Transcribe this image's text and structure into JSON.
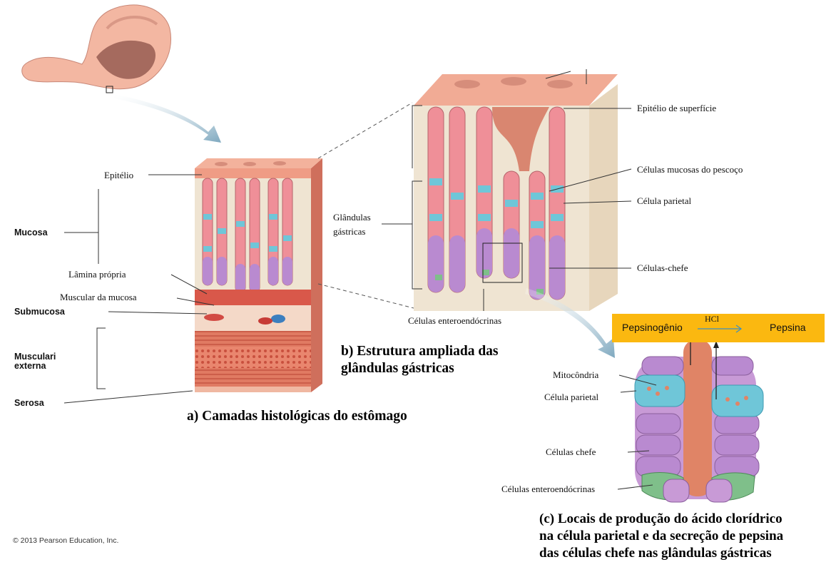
{
  "panel_a": {
    "labels": {
      "epitelio": "Epitélio",
      "mucosa": "Mucosa",
      "lamina": "Lâmina própria",
      "muscular_mucosa": "Muscular da mucosa",
      "submucosa": "Submucosa",
      "muscular_externa_1": "Musculari",
      "muscular_externa_2": "externa",
      "serosa": "Serosa"
    },
    "caption": "a) Camadas histológicas do estômago"
  },
  "panel_b": {
    "labels": {
      "epitelio_superficie": "Epitélio de superfície",
      "celulas_mucosas": "Células mucosas do pescoço",
      "celula_parietal": "Célula parietal",
      "glandulas_1": "Glândulas",
      "glandulas_2": "gástricas",
      "celulas_chefe": "Células-chefe",
      "enteroendocrinas": "Células enteroendócrinas"
    },
    "caption_line1": "b) Estrutura ampliada das",
    "caption_line2": "glândulas gástricas"
  },
  "panel_c": {
    "reaction": {
      "substrate": "Pepsinogênio",
      "catalyst": "HCl",
      "product": "Pepsina"
    },
    "labels": {
      "mitocondria": "Mitocôndria",
      "celula_parietal": "Célula parietal",
      "celulas_chefe": "Células chefe",
      "enteroendocrinas": "Células enteroendócrinas"
    },
    "caption_line1": "(c) Locais de produção do ácido clorídrico",
    "caption_line2": "na célula parietal e da secreção de pepsina",
    "caption_line3": "das células chefe nas glândulas gástricas"
  },
  "copyright": "© 2013 Pearson Education, Inc.",
  "colors": {
    "tissue_pink": "#f1a690",
    "gland_pink": "#ef8f98",
    "chief_purple": "#b98ad0",
    "parietal_blue": "#6fc6d8",
    "enteroendocrine_green": "#7fbf8a",
    "muscle_red": "#d9584a",
    "lamina_beige": "#efe4d2",
    "arrow_blue": "#8fb4c8",
    "pepsin_bar": "#fbb810"
  }
}
